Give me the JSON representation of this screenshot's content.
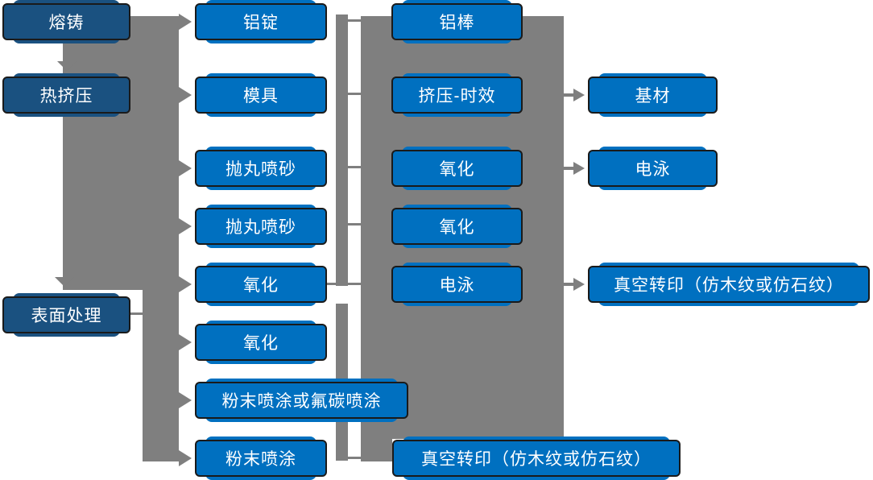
{
  "colors": {
    "box_blue": "#0070C0",
    "box_navy": "#1A5180",
    "box_border": "#1A1A1A",
    "connector_gray": "#7F7F7F",
    "text": "#FFFFFF",
    "background": "#FFFFFF"
  },
  "nodes": [
    {
      "id": "melting-casting",
      "label": "熔铸"
    },
    {
      "id": "hot-extrusion",
      "label": "热挤压"
    },
    {
      "id": "surface-treatment",
      "label": "表面处理"
    },
    {
      "id": "aluminum-ingot",
      "label": "铝锭"
    },
    {
      "id": "mold",
      "label": "模具"
    },
    {
      "id": "shot-blast-sandblast-1",
      "label": "抛丸喷砂"
    },
    {
      "id": "shot-blast-sandblast-2",
      "label": "抛丸喷砂"
    },
    {
      "id": "oxidation-1",
      "label": "氧化"
    },
    {
      "id": "oxidation-2",
      "label": "氧化"
    },
    {
      "id": "powder-or-fluorocarbon-coating",
      "label": "粉末喷涂或氟碳喷涂"
    },
    {
      "id": "powder-coating",
      "label": "粉末喷涂"
    },
    {
      "id": "aluminum-rod",
      "label": "铝棒"
    },
    {
      "id": "extrusion-aging",
      "label": "挤压-时效"
    },
    {
      "id": "oxidation-3",
      "label": "氧化"
    },
    {
      "id": "oxidation-4",
      "label": "氧化"
    },
    {
      "id": "electrophoresis-1",
      "label": "电泳"
    },
    {
      "id": "vacuum-transfer-print-bottom",
      "label": "真空转印（仿木纹或仿石纹）"
    },
    {
      "id": "base-material",
      "label": "基材"
    },
    {
      "id": "electrophoresis-2",
      "label": "电泳"
    },
    {
      "id": "vacuum-transfer-print-right",
      "label": "真空转印（仿木纹或仿石纹）"
    }
  ],
  "edges": [
    "熔铸 → 热挤压",
    "热挤压 → 表面处理",
    "熔铸/热挤压流程 → 铝锭",
    "熔铸/热挤压流程 → 模具",
    "熔铸/热挤压流程 → 抛丸喷砂",
    "熔铸/热挤压流程 → 抛丸喷砂",
    "熔铸/热挤压流程 → 氧化",
    "表面处理 → 氧化",
    "表面处理 → 粉末喷涂或氟碳喷涂",
    "表面处理 → 粉末喷涂",
    "挤压-时效 → 基材",
    "氧化 → 电泳",
    "电泳 → 真空转印（仿木纹或仿石纹）"
  ]
}
